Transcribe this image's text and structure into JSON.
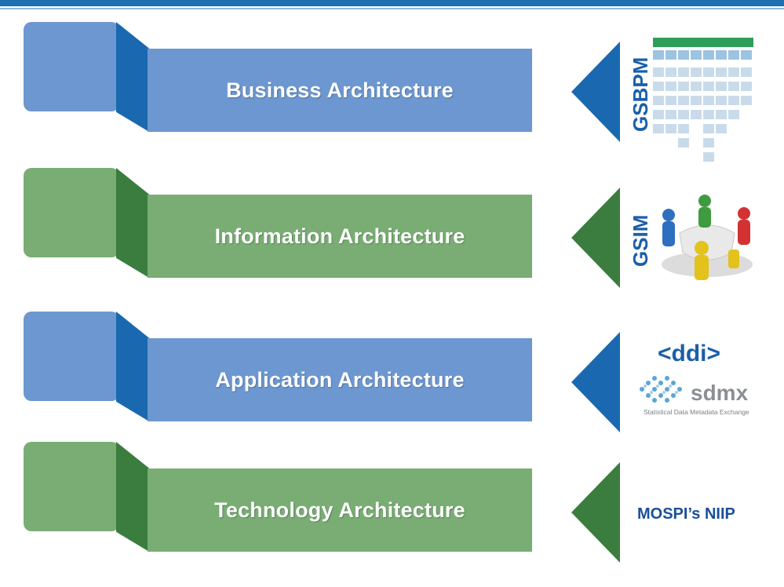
{
  "rows": [
    {
      "label": "Business Architecture",
      "tag": "GSBPM",
      "color": "blue"
    },
    {
      "label": "Information Architecture",
      "tag": "GSIM",
      "color": "green"
    },
    {
      "label": "Application Architecture",
      "color": "blue"
    },
    {
      "label": "Technology Architecture",
      "color": "green"
    }
  ],
  "logos": {
    "ddi": "<ddi>",
    "sdmx_word": "sdmx",
    "sdmx_sub": "Statistical Data Metadata Exchange",
    "niip": "MOSPI’s NIIP"
  },
  "colors": {
    "blue_fill": "#6d97d0",
    "blue_dark": "#1a69b0",
    "green_fill": "#79ad74",
    "green_dark": "#3a7d3e",
    "top_bar": "#1f6fb3"
  }
}
